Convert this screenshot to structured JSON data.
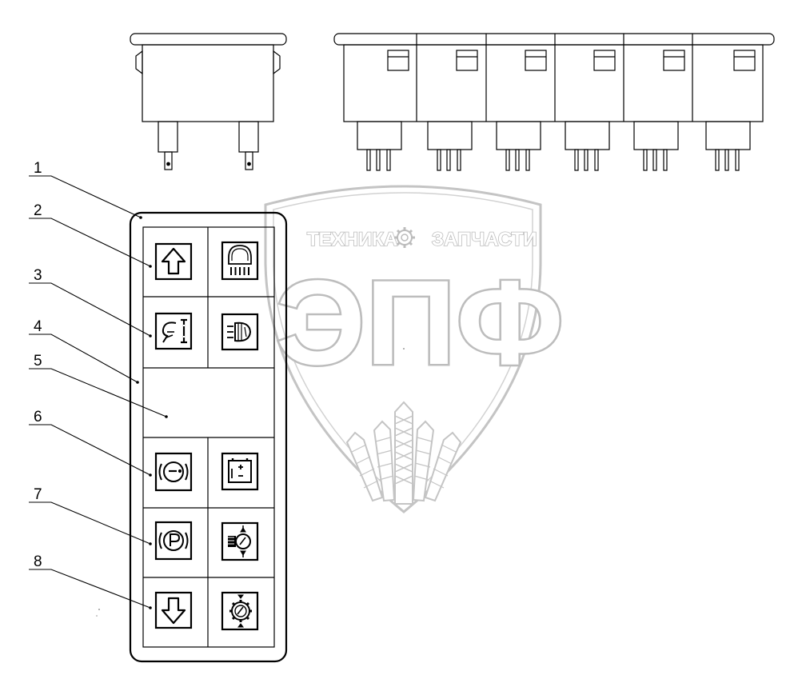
{
  "watermark": {
    "line1_left": "ТЕХНИКА",
    "line1_right": "ЗАПЧАСТИ",
    "brand": "ЭПФ",
    "gear_icon": "gear-icon",
    "emblem_icon": "wheat-shield-icon"
  },
  "callouts": [
    {
      "num": "1"
    },
    {
      "num": "2"
    },
    {
      "num": "3"
    },
    {
      "num": "4"
    },
    {
      "num": "5"
    },
    {
      "num": "6"
    },
    {
      "num": "7"
    },
    {
      "num": "8"
    }
  ],
  "switch_icons": {
    "row1_left": "arrow-up-icon",
    "row1_right": "work-light-icon",
    "row2_left": "headlight-beam-icon",
    "row2_right": "rear-fog-light-icon",
    "row4_left": "brake-warning-icon",
    "row4_right": "battery-icon",
    "row5_left": "parking-brake-icon",
    "row5_right": "hydraulic-pressure-icon",
    "row6_left": "arrow-down-icon",
    "row6_right": "transmission-pressure-icon"
  },
  "colors": {
    "line": "#000000",
    "watermark": "#bdbdbd"
  }
}
